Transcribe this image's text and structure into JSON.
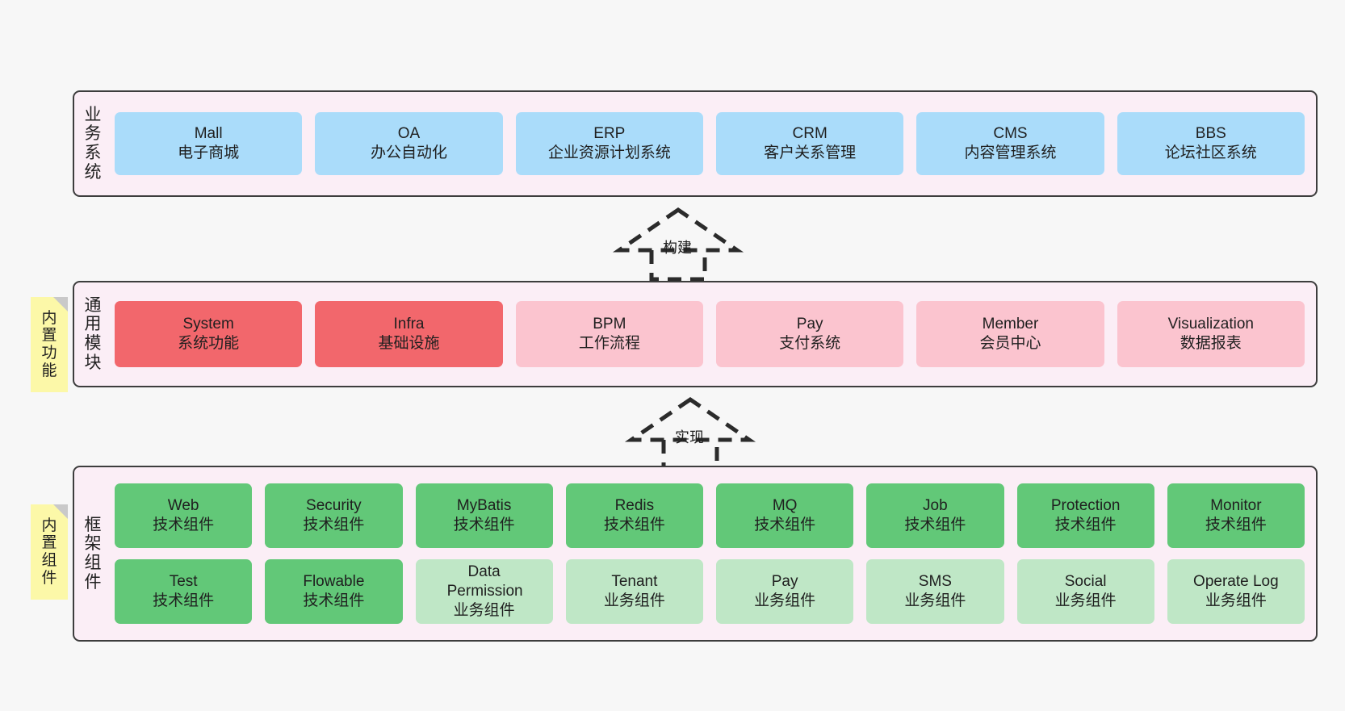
{
  "layers": [
    {
      "id": "business-system",
      "title_chars": [
        "业",
        "务",
        "系",
        "统"
      ],
      "rows": [
        {
          "boxes": [
            {
              "en": "Mall",
              "cn": "电子商城",
              "color": "blue"
            },
            {
              "en": "OA",
              "cn": "办公自动化",
              "color": "blue"
            },
            {
              "en": "ERP",
              "cn": "企业资源计划系统",
              "color": "blue"
            },
            {
              "en": "CRM",
              "cn": "客户关系管理",
              "color": "blue"
            },
            {
              "en": "CMS",
              "cn": "内容管理系统",
              "color": "blue"
            },
            {
              "en": "BBS",
              "cn": "论坛社区系统",
              "color": "blue"
            }
          ]
        }
      ]
    },
    {
      "id": "common-module",
      "title_chars": [
        "通",
        "用",
        "模",
        "块"
      ],
      "rows": [
        {
          "boxes": [
            {
              "en": "System",
              "cn": "系统功能",
              "color": "red"
            },
            {
              "en": "Infra",
              "cn": "基础设施",
              "color": "red"
            },
            {
              "en": "BPM",
              "cn": "工作流程",
              "color": "pink"
            },
            {
              "en": "Pay",
              "cn": "支付系统",
              "color": "pink"
            },
            {
              "en": "Member",
              "cn": "会员中心",
              "color": "pink"
            },
            {
              "en": "Visualization",
              "cn": "数据报表",
              "color": "pink"
            }
          ]
        }
      ]
    },
    {
      "id": "framework-component",
      "title_chars": [
        "框",
        "架",
        "组",
        "件"
      ],
      "rows": [
        {
          "boxes": [
            {
              "en": "Web",
              "cn": "技术组件",
              "color": "green"
            },
            {
              "en": "Security",
              "cn": "技术组件",
              "color": "green"
            },
            {
              "en": "MyBatis",
              "cn": "技术组件",
              "color": "green"
            },
            {
              "en": "Redis",
              "cn": "技术组件",
              "color": "green"
            },
            {
              "en": "MQ",
              "cn": "技术组件",
              "color": "green"
            },
            {
              "en": "Job",
              "cn": "技术组件",
              "color": "green"
            },
            {
              "en": "Protection",
              "cn": "技术组件",
              "color": "green"
            },
            {
              "en": "Monitor",
              "cn": "技术组件",
              "color": "green"
            }
          ]
        },
        {
          "boxes": [
            {
              "en": "Test",
              "cn": "技术组件",
              "color": "green"
            },
            {
              "en": "Flowable",
              "cn": "技术组件",
              "color": "green"
            },
            {
              "en": "Data Permission",
              "cn": "业务组件",
              "color": "lightgreen"
            },
            {
              "en": "Tenant",
              "cn": "业务组件",
              "color": "lightgreen"
            },
            {
              "en": "Pay",
              "cn": "业务组件",
              "color": "lightgreen"
            },
            {
              "en": "SMS",
              "cn": "业务组件",
              "color": "lightgreen"
            },
            {
              "en": "Social",
              "cn": "业务组件",
              "color": "lightgreen"
            },
            {
              "en": "Operate Log",
              "cn": "业务组件",
              "color": "lightgreen"
            }
          ]
        }
      ]
    }
  ],
  "sticky_notes": [
    {
      "id": "builtin-function",
      "chars": [
        "内",
        "置",
        "功",
        "能"
      ]
    },
    {
      "id": "builtin-component",
      "chars": [
        "内",
        "置",
        "组",
        "件"
      ]
    }
  ],
  "connectors": [
    {
      "id": "build",
      "label": "构建"
    },
    {
      "id": "implement",
      "label": "实现"
    }
  ],
  "colors": {
    "panel_background": "#fbeef6",
    "panel_border": "#3d3d3d",
    "blue": "#aadcfa",
    "red": "#f2676c",
    "pink": "#fbc4cf",
    "green": "#62c878",
    "lightgreen": "#bfe7c6",
    "sticky": "#fcf8a8",
    "canvas": "#f7f7f7"
  }
}
